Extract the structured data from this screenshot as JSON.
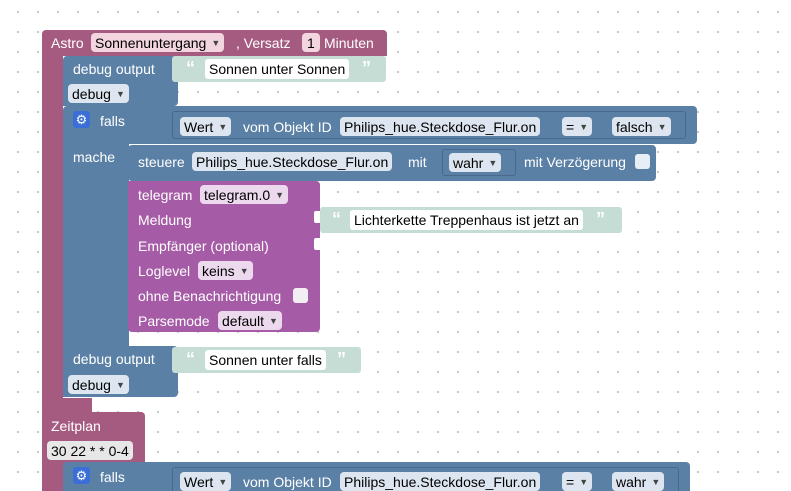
{
  "astro": {
    "label": "Astro",
    "event": "Sonnenuntergang",
    "offset_label": ", Versatz",
    "offset_value": "1",
    "unit_label": "Minuten"
  },
  "debug1": {
    "label": "debug output",
    "text": "Sonnen unter Sonnen",
    "level": "debug"
  },
  "if1": {
    "label": "falls",
    "do_label": "mache",
    "value_label": "Wert",
    "object_label": "vom Objekt ID",
    "object_id": "Philips_hue.Steckdose_Flur.on",
    "operator": "=",
    "compare_value": "falsch"
  },
  "control": {
    "label": "steuere",
    "object_id": "Philips_hue.Steckdose_Flur.on",
    "with_label": "mit",
    "value": "wahr",
    "delay_label": "mit Verzögerung"
  },
  "telegram": {
    "label": "telegram",
    "instance": "telegram.0",
    "message_label": "Meldung",
    "message_text": "Lichterkette Treppenhaus ist jetzt an",
    "recipient_label": "Empfänger (optional)",
    "loglevel_label": "Loglevel",
    "loglevel_value": "keins",
    "silent_label": "ohne Benachrichtigung",
    "parsemode_label": "Parsemode",
    "parsemode_value": "default"
  },
  "debug2": {
    "label": "debug output",
    "text": "Sonnen unter falls",
    "level": "debug"
  },
  "schedule": {
    "label": "Zeitplan",
    "cron": "30 22 * * 0-4"
  },
  "if2": {
    "label": "falls",
    "value_label": "Wert",
    "object_label": "vom Objekt ID",
    "object_id": "Philips_hue.Steckdose_Flur.on",
    "operator": "=",
    "compare_value": "wahr"
  },
  "colors": {
    "trigger": "#a55b80",
    "debug": "#5b80a5",
    "logic": "#5b80a5",
    "telegram": "#a55ba5",
    "text": "#c6ddd6"
  },
  "icons": {
    "gear": "gear-icon",
    "dropdown": "chevron-down-icon",
    "quote_open": "quote-open-icon",
    "quote_close": "quote-close-icon"
  }
}
